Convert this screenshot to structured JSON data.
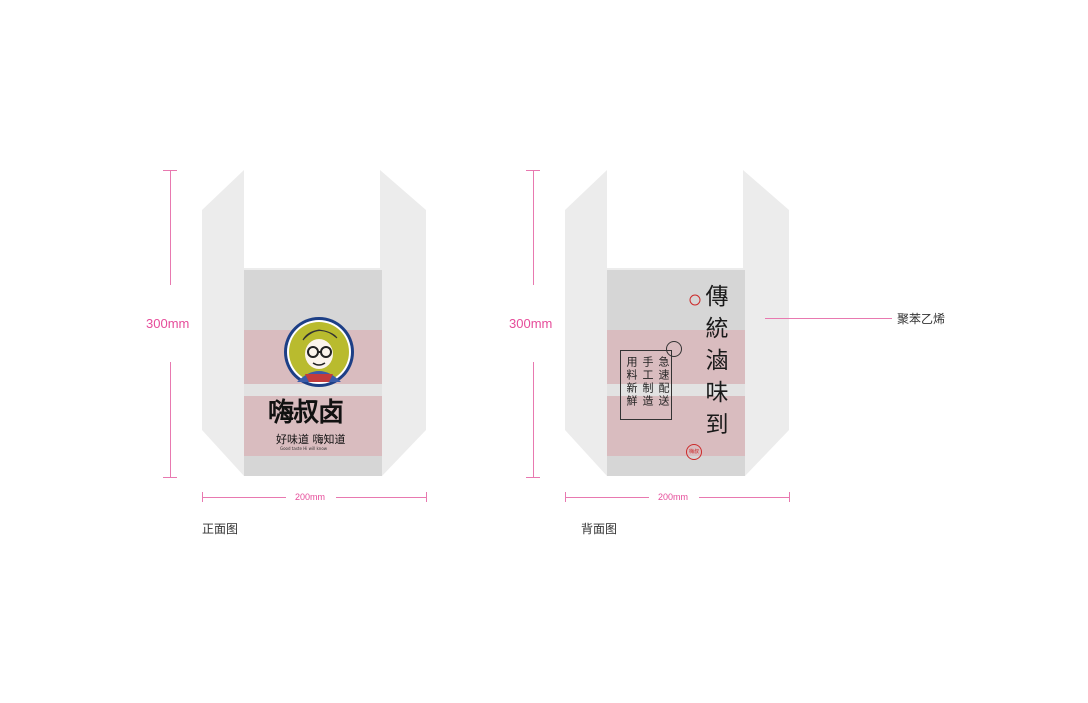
{
  "front": {
    "height_label": "300mm",
    "width_label": "200mm",
    "caption": "正面图",
    "brand_name": "嗨叔卤",
    "slogan_cn": "好味道 嗨知道",
    "slogan_en": "Good taste  Hi will know"
  },
  "back": {
    "height_label": "300mm",
    "width_label": "200mm",
    "caption": "背面图",
    "headline": "傳統滷味到",
    "box_col1": "急速配送",
    "box_col2": "手工制造",
    "box_col3": "用料新鮮",
    "stamp_text": "嗨叔",
    "material_label": "聚苯乙烯"
  },
  "colors": {
    "bag_light": "#ececec",
    "bag_mid": "#d6d6d6",
    "band_pink": "#d9bcbf",
    "dimension": "#e64c9a",
    "logo_green": "#b9bb2e",
    "logo_navy": "#1d3f86"
  }
}
